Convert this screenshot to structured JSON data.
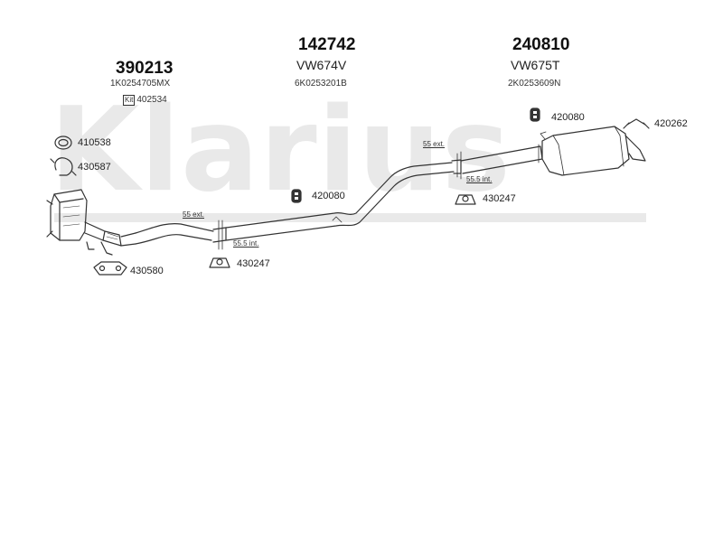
{
  "watermark": {
    "text": "Klarius"
  },
  "groups": [
    {
      "part_no": "390213",
      "model": "",
      "oe": "1K0254705MX",
      "kit_tag": "Kit",
      "kit_no": "402534"
    },
    {
      "part_no": "142742",
      "model": "VW674V",
      "oe": "6K0253201B"
    },
    {
      "part_no": "240810",
      "model": "VW675T",
      "oe": "2K0253609N"
    }
  ],
  "accessories": {
    "ring_left": "410538",
    "clamp_left": "430587",
    "gasket_left": "430580",
    "hanger_mid": "420080",
    "clamp_mid": "430247",
    "hanger_right": "420080",
    "clamp_right": "430247",
    "tailpipe_clip": "420262"
  },
  "dimensions": {
    "left_ext": "55 ext.",
    "left_int": "55.5 int.",
    "right_ext": "55 ext.",
    "right_int": "55.5 int."
  },
  "colors": {
    "line": "#333333",
    "watermark": "#e9e9e9"
  }
}
